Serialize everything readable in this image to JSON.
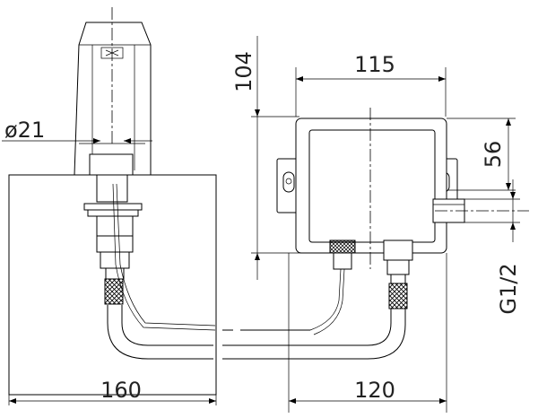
{
  "diagram": {
    "dimensions": {
      "faucet_diameter": "ø21",
      "height": "104",
      "box_width": "115",
      "inlet_offset": "56",
      "thread": "G1/2",
      "faucet_base_width": "160",
      "box_base_width": "120"
    }
  }
}
